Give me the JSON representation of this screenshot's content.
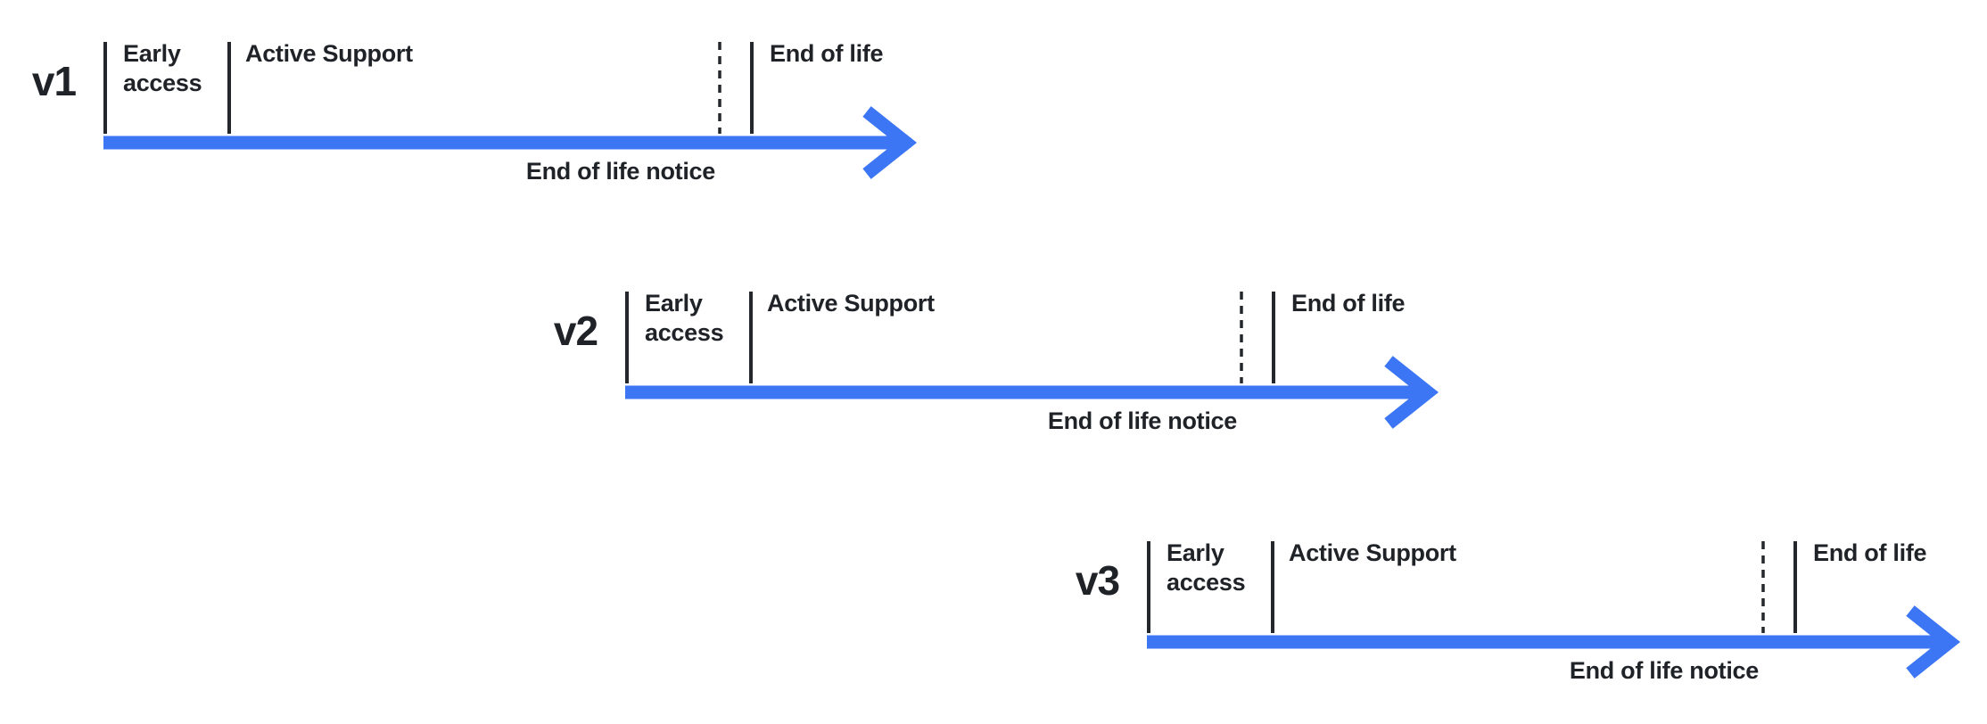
{
  "diagram": {
    "colors": {
      "accent_blue": "#3C76F5",
      "ink": "#1F2227",
      "tick_color": "#24272B",
      "background": "#ffffff"
    },
    "timelines": [
      {
        "version": "v1",
        "phases": [
          "Early access",
          "Active Support",
          "End of life"
        ],
        "notice": "End of life notice"
      },
      {
        "version": "v2",
        "phases": [
          "Early access",
          "Active Support",
          "End of life"
        ],
        "notice": "End of life notice"
      },
      {
        "version": "v3",
        "phases": [
          "Early access",
          "Active Support",
          "End of life"
        ],
        "notice": "End of life notice"
      }
    ]
  }
}
